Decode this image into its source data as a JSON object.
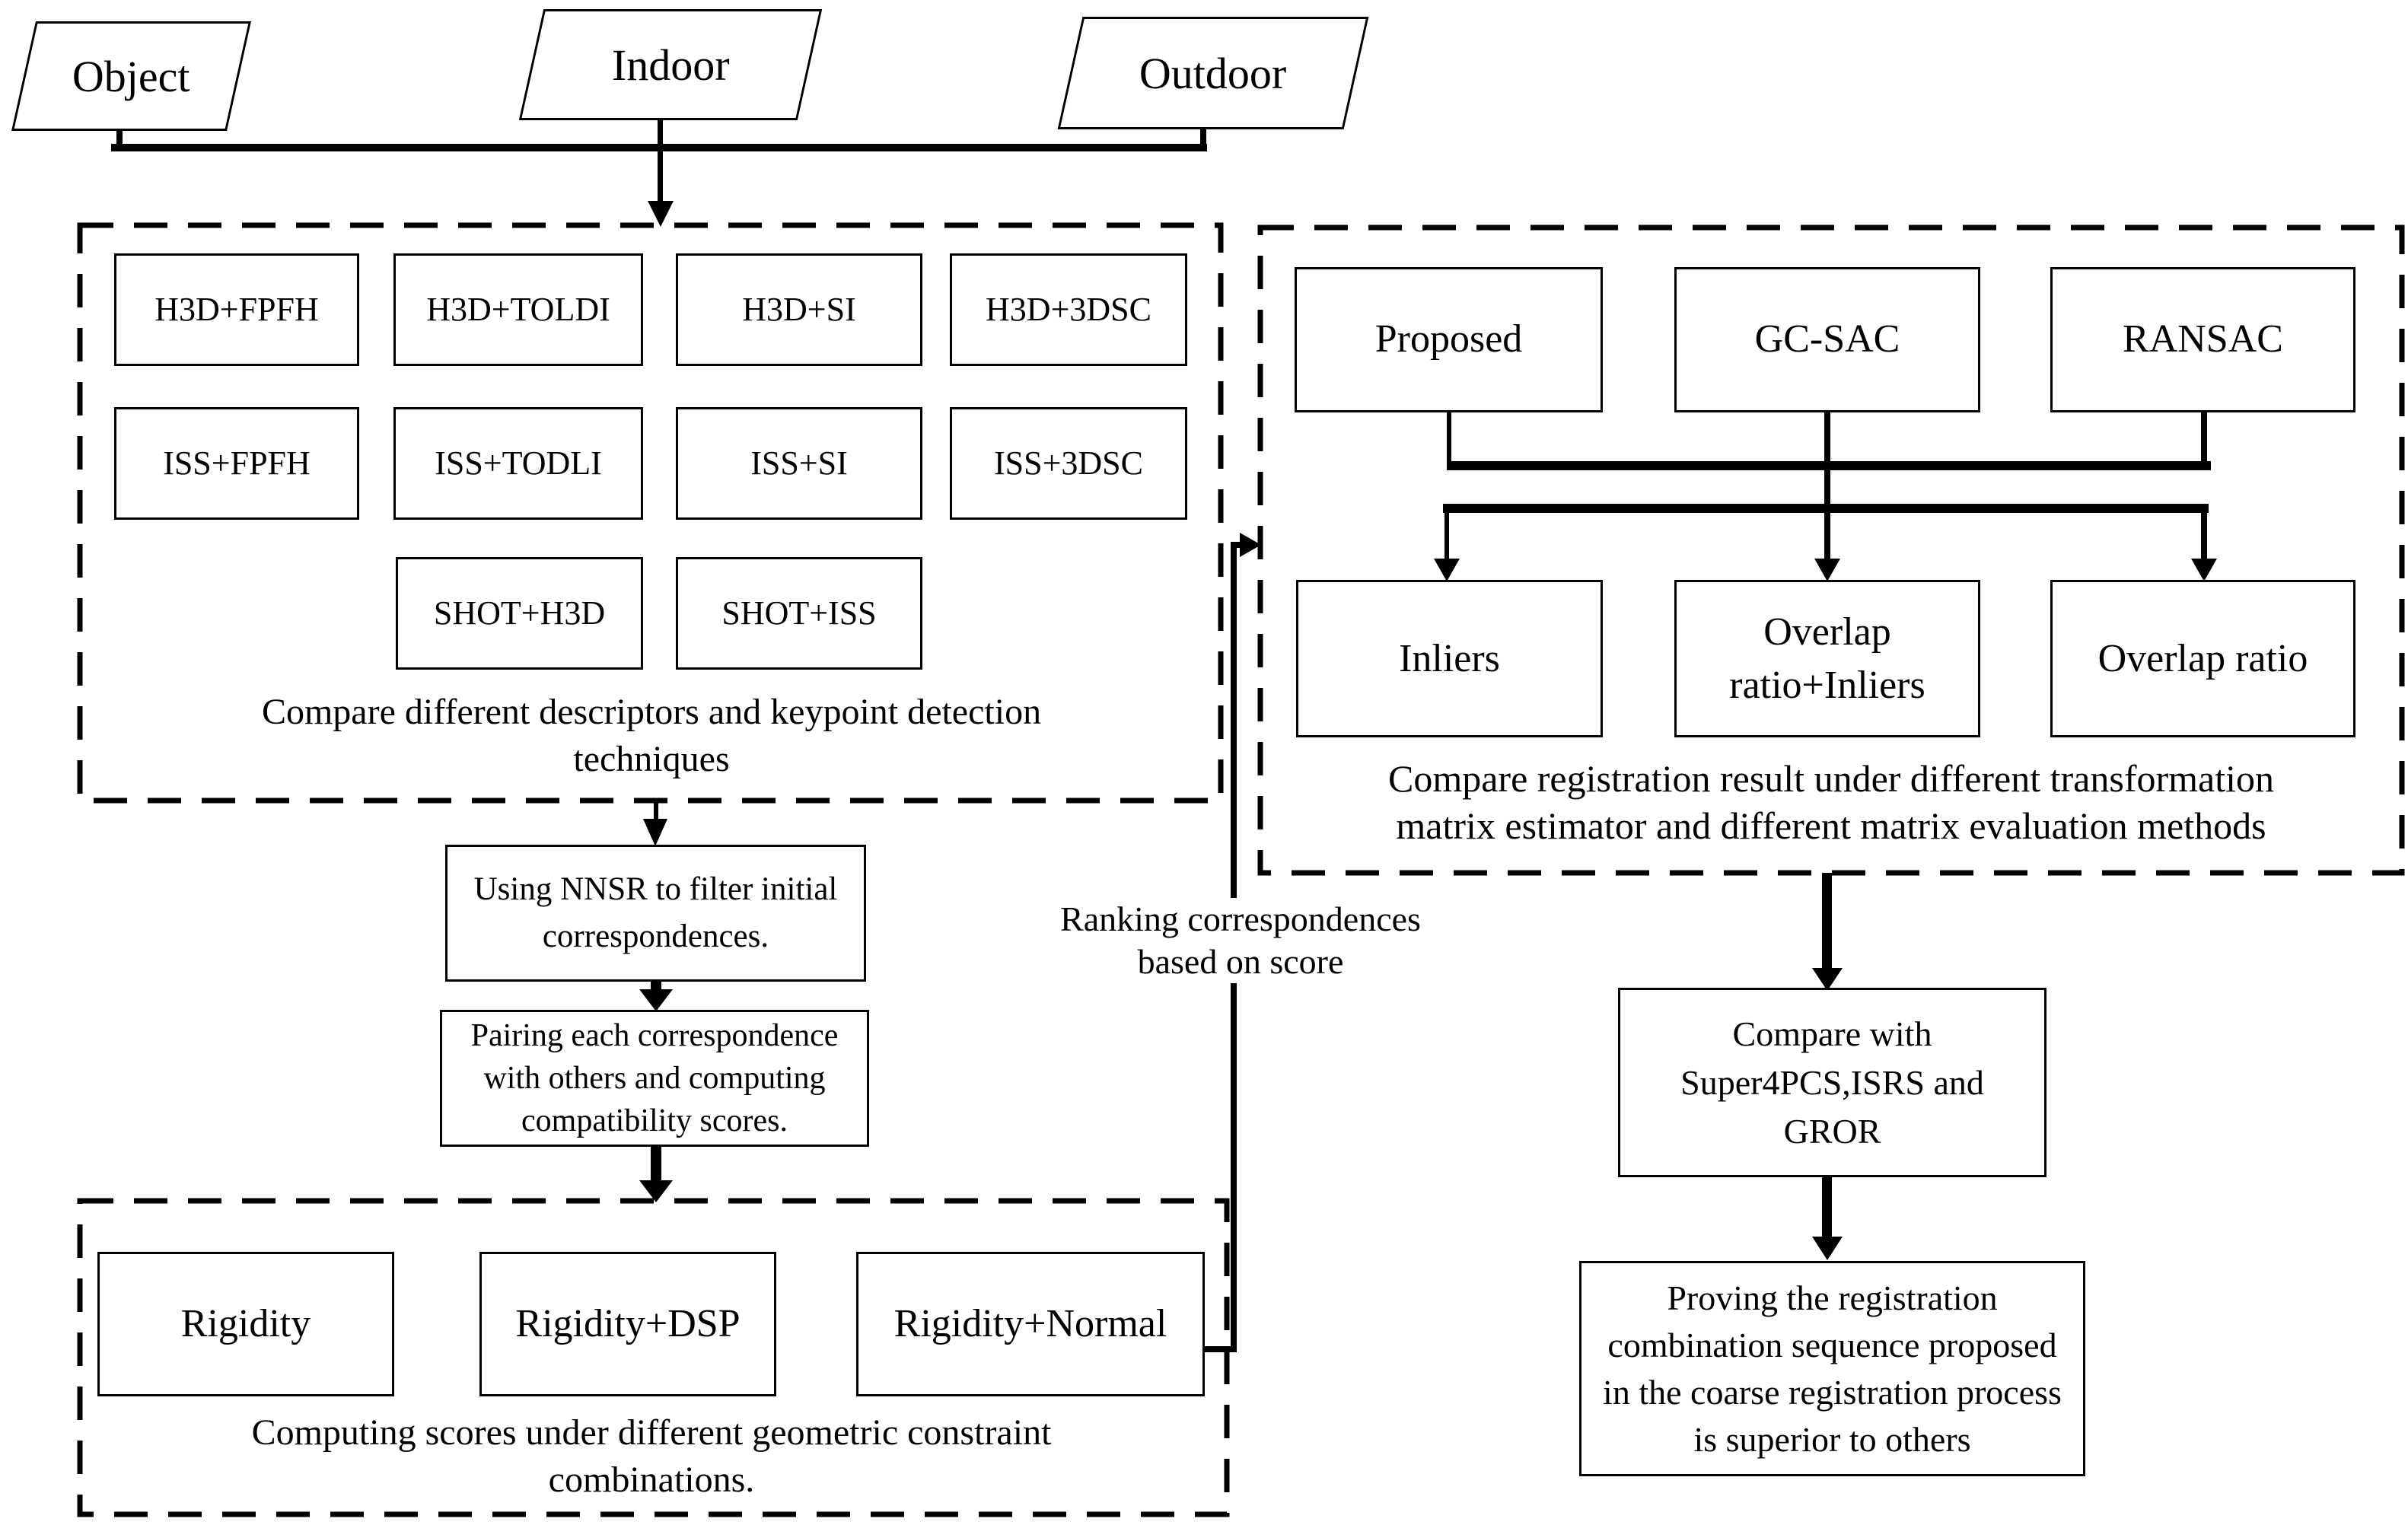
{
  "colors": {
    "ink": "#000000",
    "paper": "#ffffff"
  },
  "sources": {
    "object": "Object",
    "indoor": "Indoor",
    "outdoor": "Outdoor"
  },
  "descriptor_panel": {
    "rows": [
      [
        "H3D+FPFH",
        "H3D+TOLDI",
        "H3D+SI",
        "H3D+3DSC"
      ],
      [
        "ISS+FPFH",
        "ISS+TODLI",
        "ISS+SI",
        "ISS+3DSC"
      ],
      [
        "SHOT+H3D",
        "SHOT+ISS"
      ]
    ],
    "caption_lines": [
      "Compare different descriptors and keypoint detection",
      "techniques"
    ]
  },
  "filter_box": {
    "lines": [
      "Using NNSR to filter initial",
      "correspondences."
    ]
  },
  "pairing_box": {
    "lines": [
      "Pairing each correspondence",
      "with others and computing",
      "compatibility scores."
    ]
  },
  "constraint_panel": {
    "boxes": [
      "Rigidity",
      "Rigidity+DSP",
      "Rigidity+Normal"
    ],
    "caption_lines": [
      "Computing scores under different geometric constraint",
      "combinations."
    ]
  },
  "ranking_note": {
    "lines": [
      "Ranking correspondences",
      "based on score"
    ]
  },
  "registration_panel": {
    "estimators": [
      "Proposed",
      "GC-SAC",
      "RANSAC"
    ],
    "evaluators": [
      {
        "lines": [
          "Inliers"
        ]
      },
      {
        "lines": [
          "Overlap",
          "ratio+Inliers"
        ]
      },
      {
        "lines": [
          "Overlap ratio"
        ]
      }
    ],
    "caption_lines": [
      "Compare registration result under  different transformation",
      "matrix estimator and different matrix evaluation methods"
    ]
  },
  "compare_box": {
    "lines": [
      "Compare with",
      "Super4PCS,ISRS and",
      "GROR"
    ]
  },
  "conclusion_box": {
    "lines": [
      "Proving the registration",
      "combination sequence proposed",
      "in the coarse registration process",
      "is superior to others"
    ]
  }
}
